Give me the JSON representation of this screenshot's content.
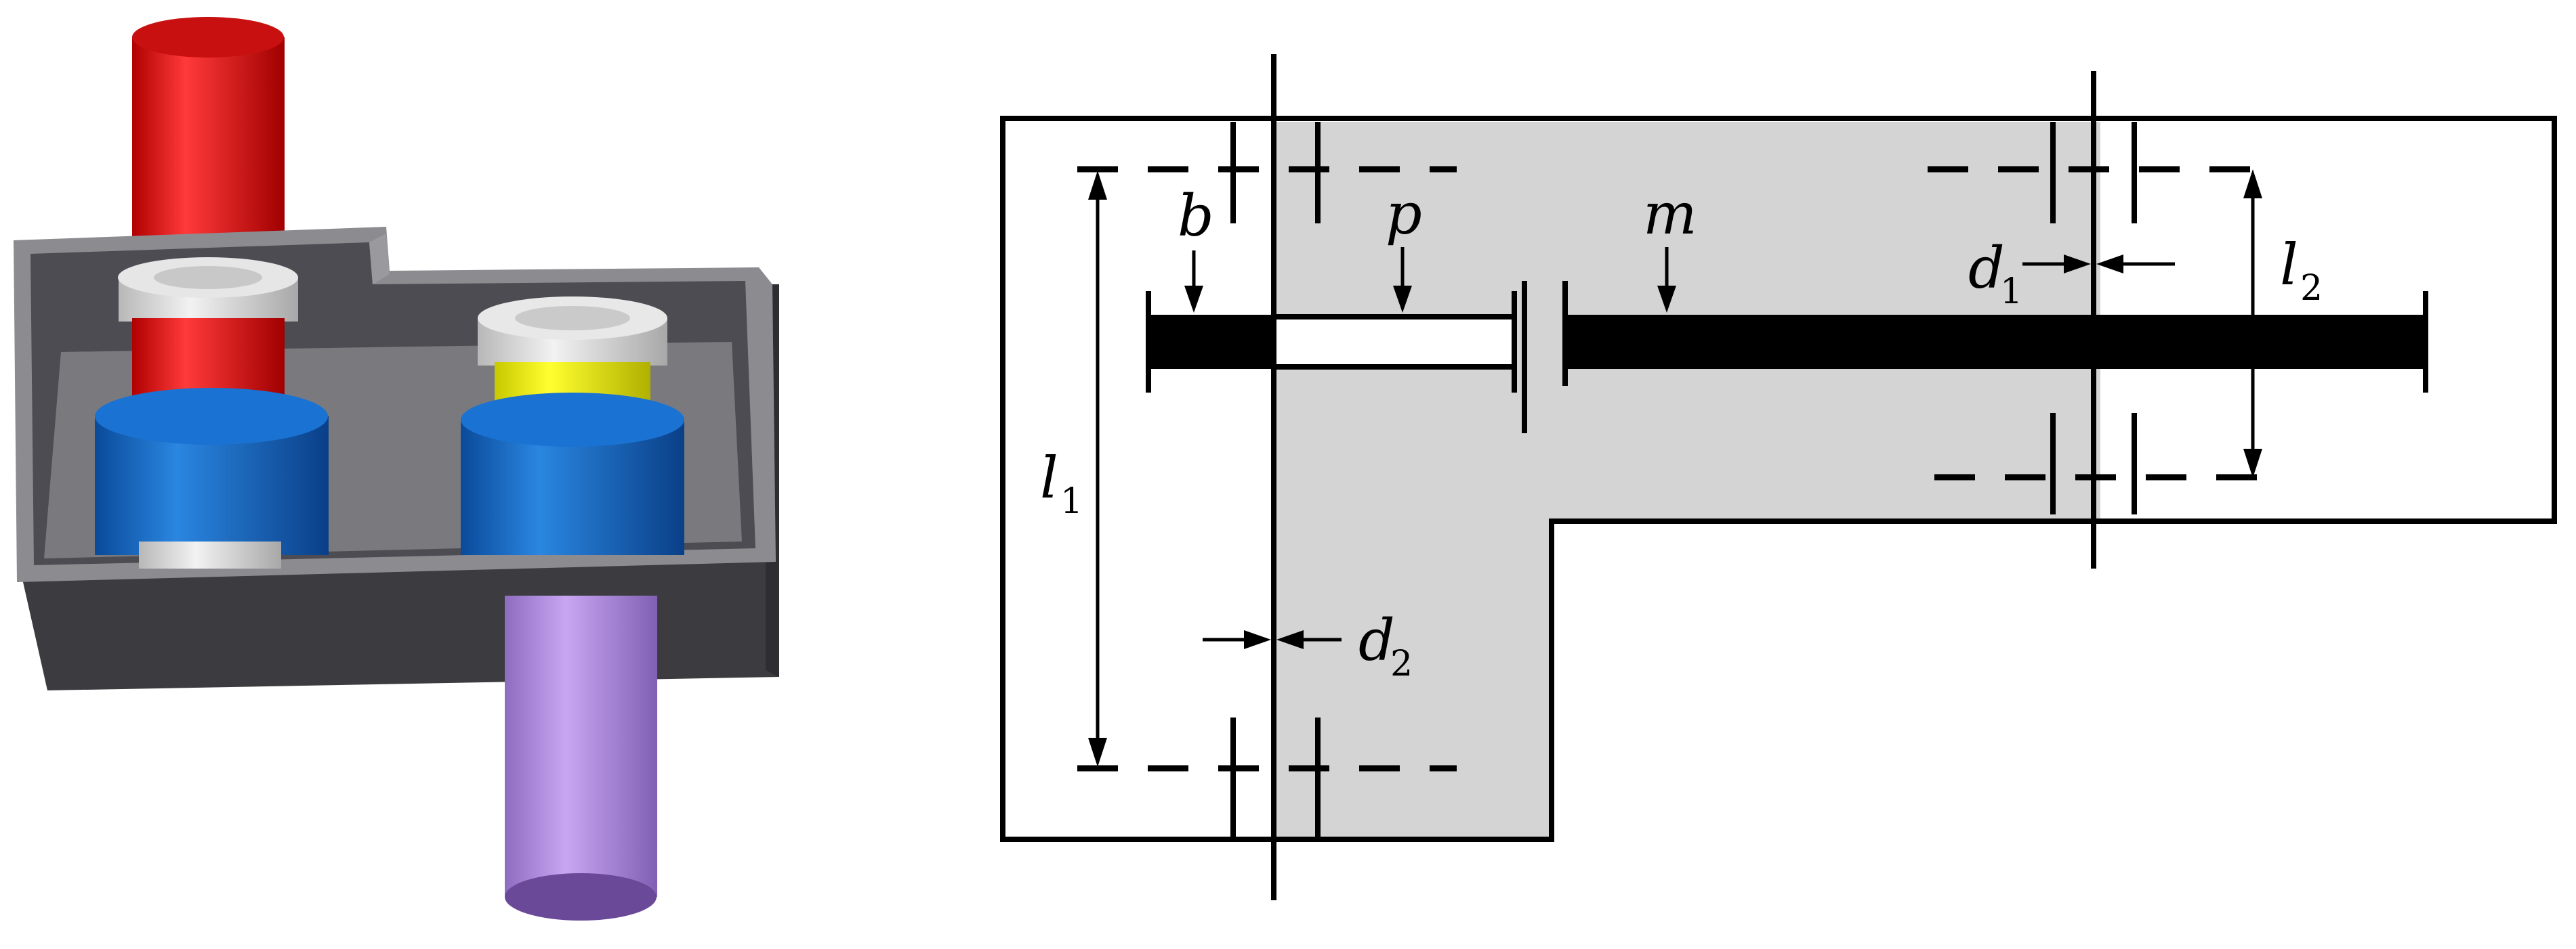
{
  "labels": {
    "b": "b",
    "p": "p",
    "m": "m",
    "d1": "d",
    "d1_sub": "1",
    "d2": "d",
    "d2_sub": "2",
    "l1": "l",
    "l1_sub": "1",
    "l2": "l",
    "l2_sub": "2"
  },
  "colors": {
    "red_shaft": "#e01515",
    "blue_gear": "#1a6fcc",
    "yellow_gear": "#f0f000",
    "purple_shaft": "#b890e6",
    "housing": "#4a4a4e",
    "housing_rim": "#8a8a8e",
    "bearing": "#d8d8d8",
    "section_fill": "#d4d4d4"
  }
}
